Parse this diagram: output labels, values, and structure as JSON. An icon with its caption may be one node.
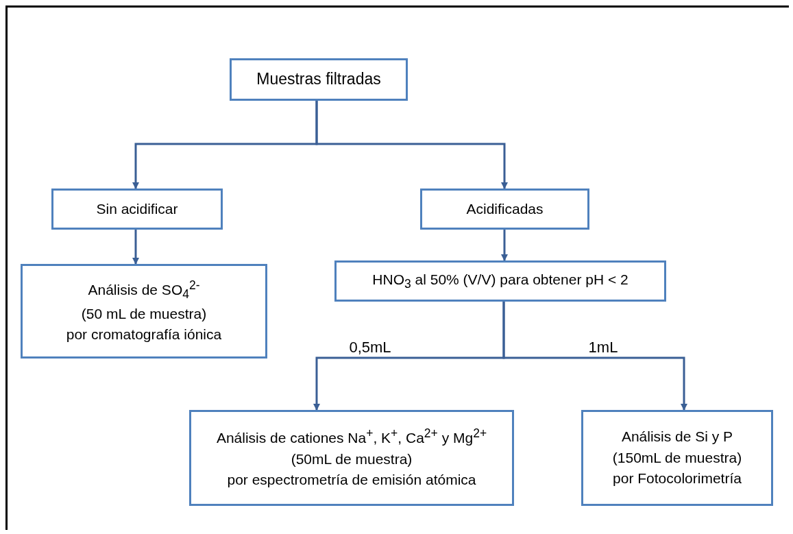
{
  "diagram": {
    "nodes": [
      {
        "text": [
          "Muestras filtradas"
        ]
      },
      {
        "text": [
          "Sin acidificar"
        ]
      },
      {
        "text": [
          "Acidificadas"
        ]
      },
      {
        "text": [
          "Análisis de SO$_{4}$$^{2-}$",
          "(50 mL de muestra)",
          "por cromatografía iónica"
        ]
      },
      {
        "text": [
          "HNO$_{3}$ al 50% (V/V) para obtener pH < 2"
        ]
      },
      {
        "text": [
          "Análisis de cationes Na$^{+}$, K$^{+}$, Ca$^{2+}$ y Mg$^{2+}$",
          "(50mL de muestra)",
          "por espectrometría de emisión atómica"
        ]
      },
      {
        "text": [
          "Análisis de Si y P",
          "(150mL de muestra)",
          "por Fotocolorimetría"
        ]
      }
    ],
    "edges": [
      {
        "from": 0,
        "to": 1,
        "arrow": "to"
      },
      {
        "from": 0,
        "to": 2,
        "arrow": "to"
      },
      {
        "from": 1,
        "to": 3,
        "arrow": "to"
      },
      {
        "from": 2,
        "to": 4,
        "arrow": "to"
      },
      {
        "from": 4,
        "to": 5,
        "arrow": "to",
        "label": "0,5mL"
      },
      {
        "from": 4,
        "to": 6,
        "arrow": "to",
        "label": "1mL"
      }
    ]
  }
}
